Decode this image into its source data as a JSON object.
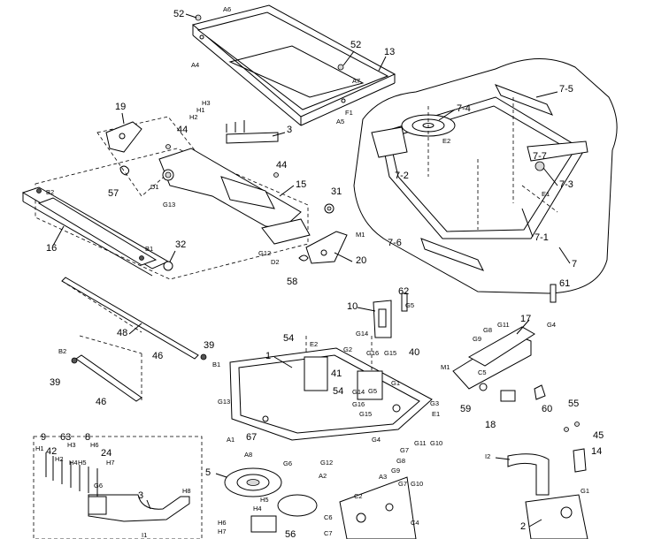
{
  "labels": {
    "top_cover": [
      "52",
      "A6",
      "A4",
      "52",
      "13",
      "A7",
      "F1",
      "A5"
    ],
    "frame_group": [
      "7-4",
      "7-5",
      "E2",
      "7-2",
      "7-7",
      "7-3",
      "E1",
      "7-6",
      "7-1",
      "7",
      "61",
      "G4"
    ],
    "left_group": [
      "19",
      "57",
      "44",
      "44",
      "D1",
      "G13",
      "3",
      "H3",
      "H1",
      "H2",
      "15",
      "31",
      "B2",
      "16",
      "B1",
      "32",
      "G12",
      "D2",
      "58",
      "M1",
      "20"
    ],
    "shafts": [
      "48",
      "46",
      "39",
      "B2",
      "B1",
      "39",
      "46"
    ],
    "center": [
      "62",
      "G5",
      "10",
      "G14",
      "G16",
      "G15",
      "40",
      "G1",
      "54",
      "E2",
      "G2",
      "1",
      "41",
      "G14",
      "G5",
      "G16",
      "G15",
      "54",
      "G3",
      "E1",
      "G13",
      "A1",
      "67",
      "G4",
      "G11",
      "G10",
      "G7",
      "G8",
      "A3",
      "G9",
      "A8",
      "G6",
      "G12",
      "A2",
      "5",
      "H5",
      "H4",
      "G7",
      "G10",
      "C2",
      "C6",
      "C7",
      "C4",
      "56",
      "H6",
      "H7"
    ],
    "right_group": [
      "17",
      "G8",
      "G11",
      "G9",
      "M1",
      "C5",
      "59",
      "18",
      "60",
      "55",
      "45",
      "14",
      "G1",
      "I2",
      "2"
    ],
    "flex_cable": [
      "9",
      "42",
      "63",
      "8",
      "H1",
      "H2",
      "H3",
      "H4",
      "H5",
      "H6",
      "24",
      "H7",
      "G6",
      "3",
      "H8",
      "I1"
    ]
  },
  "colors": {
    "line": "#000000",
    "background": "#ffffff",
    "fill_gray": "#d9d9d9"
  }
}
